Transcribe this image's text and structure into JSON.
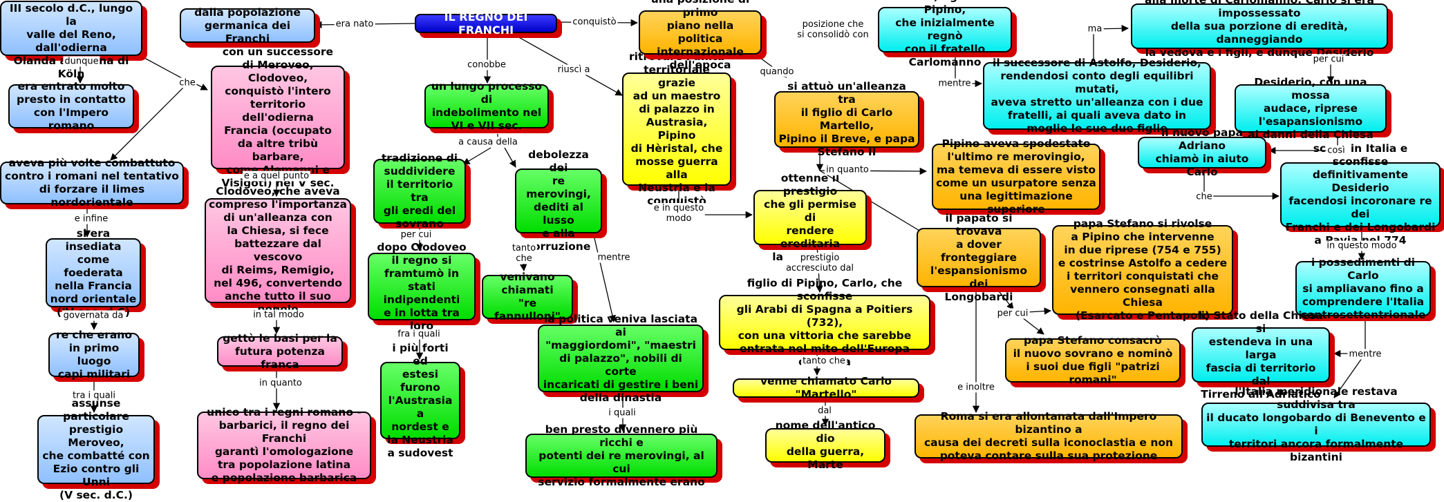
{
  "root": {
    "text": "IL REGNO DEI FRANCHI"
  },
  "nodes": {
    "germanica": "dalla popolazione\ngermanica dei Franchi",
    "stanziata": "era stanziata, intorno al\nIII secolo d.C., lungo la\nvalle del Reno, dall'odierna\nOlanda alla zona di Köln",
    "contatto": "era entrato molto\npresto in contatto\ncon l'Impero romano",
    "combattuto": "aveva più volte combattuto\ncontro i romani nel tentativo\ndi forzare il limes nordorientale",
    "insediata": "si era insediata\ncome foederata\nnella Francia\nnord orientale\n(IV sec. d.C)",
    "capi": "re che erano\nin primo luogo\ncapi militari",
    "meroveo": "assunse particolare\nprestigio Meroveo,\nche combatté con\nEzio contro gli Unni\n(V sec. d.C.)",
    "successore": "con un successore\ndi Meroveo, Clodoveo,\nconquistò l'intero\nterritorio dell'odierna\nFrancia (occupato\nda altre tribù barbare,\ncome Alemanni e\nVisigoti) nel V sec.",
    "clodoveo": "Clodoveo, che aveva\ncompreso l'importanza\ndi un'alleanza con\nla Chiesa, si fece\nbattezzare dal vescovo\ndi Reims, Remigio,\nnel 496, convertendo\nanche tutto il suo popolo",
    "basi": "gettò le basi per la\nfutura potenza franca",
    "unico": "unico tra i regni romano -\nbarbarici, il regno dei Franchi\ngarantì l'omologazione\ntra popolazione latina\ne popolazione barbarica",
    "indebolimento": "un lungo processo di\nindebolimento nel\nVI e VII sec.",
    "tradizione": "tradizione di\nsuddividere\nil territorio tra\ngli eredi del\nsovrano",
    "debolezza": "debolezza dei\nre merovingi,\ndediti al lusso\ne alla\ncorruzione",
    "frantumo": "dopo Clodoveo\nil regno si\nframtumò in\nstati indipendenti\ne in lotta tra loro",
    "fannulloni": "venivano\nchiamati\n\"re fannulloni\"",
    "forti": "i più forti ed\nestesi furono\nl'Austrasia a\nnordest e\nla Neustria\na sudovest",
    "maggiordomi": "la politica veniva lasciata ai\n\"maggiordomi\", \"maestri\ndi palazzo\", nobili di corte\nincaricati di gestire i beni\ndella dinastia",
    "ricchi": "ben presto divennero più ricchi e\npotenti dei re merovingi, al cui\nservizio formalmente erano",
    "unita": "ritrovare l'unità\nterritoriale grazie\nad un maestro\ndi palazzo in\nAustrasia, Pipino\ndi Hèristal, che\nmosse guerra alla\nNeustria e la\nconquistò",
    "primo_piano": "una posizione di primo\npiano nella politica\ninternazionale dell'epoca",
    "alleanza": "si attuò un'alleanza tra\nil figlio di Carlo Martello,\nPipino il Breve, e papa\nStefano II",
    "spodestato": "Pipino aveva spodestato\nl'ultimo re merovingio,\nma temeva di essere visto\ncome un usurpatore senza\nuna legittimazione superiore",
    "prestigio": "ottenne il prestigio\nche gli permise di\nrendere ereditaria\nla sua carica",
    "poitiers": "figlio di Pipino, Carlo, che sconfisse\ngli Arabi di Spagna a Poitiers (732),\ncon una vittoria che sarebbe\nentrata nel mito dell'Europa cristiana",
    "martello": "venne chiamato Carlo \"Martello\"",
    "dio": "nome dell'antico dio\ndella guerra, Marte",
    "papato": "il papato si trovava\na dover fronteggiare\nl'espansionismo dei\nLongobardi",
    "stefano": "papa Stefano si rivolse\na Pipino che intervenne\nin due riprese (754 e 755)\ne costrinse Astolfo a cedere\ni territori conquistati che\nvennero consegnati alla Chiesa\n(Esarcato e Pentapoli)",
    "consacro": "papa Stefano consacrò\nil nuovo sovrano e nominò\ni suoi due figli \"patrizi romani\"",
    "roma": "Roma si era allontanata dall'Impero bizantino a\ncausa dei decreti sulla iconoclastia e non\npoteva contare sulla sua protezione",
    "carlo": "Carlo, figlio di Pipino,\nche inizialmente regnò\ncon il fratello Carlomanno",
    "morte": "alla morte di Carlomanno, Carlo si era impossessato\ndella sua porzione di eredità, danneggiando\nla vedova e i figli, e dunque Desiderio",
    "desiderio_succ": "il successore di Astolfo, Desiderio,\nrendendosi conto degli equilibri mutati,\naveva stretto un'alleanza con i due\nfratelli, ai quali aveva dato in\nmoglie le sue due figlie",
    "desiderio_mossa": "Desiderio, con una mossa\naudace, riprese l'esapansionismo\nai danni della Chiesa",
    "adriano": "il nuovo papa Adriano\nchiamò in aiuto Carlo",
    "pavia": "scese in Italia e sconfisse\ndefinitivamente Desiderio\nfacendosi incoronare re dei\nFranchi e dei Longobardi\na Pavia nel 774",
    "possedimenti": "i possedimenti di Carlo\nsi ampliavano fino a\ncomprendere l'Italia\ncentrosettentrionale",
    "stato_chiesa": "lo Stato della Chiesa si\nestendeva in una larga\nfascia di territorio dal\nTirreno all'Adriatico",
    "meridionale": "l'Italia meridionale restava suddivisa tra\nil ducato longobardo di Benevento e i\nterritori ancora formalmente bizantini"
  },
  "labels": {
    "era_nato": "era nato",
    "conquisto": "conquistò",
    "conobbe": "conobbe",
    "riusci_a": "riuscì a",
    "dunque": "dunque",
    "che1": "che",
    "e_a_quel_punto": "e a quel punto",
    "e_infine": "e infine",
    "governata_da": "governata da",
    "tra_i_quali": "tra i quali",
    "in_tal_modo": "in tal modo",
    "in_quanto1": "in quanto",
    "a_causa_della": "a causa della",
    "per_cui1": "per cui",
    "fra_i_quali": "fra i quali",
    "tanto_che1": "tanto\nche",
    "mentre1": "mentre",
    "i_quali": "i quali",
    "e_in_questo_modo1": "e in questo\nmodo",
    "posizione": "posizione che\nsi consolidò con",
    "quando": "quando",
    "in_quanto2": "in quanto",
    "prestigio_accr": "prestigio\naccresciuto dal",
    "tanto_che2": "tanto che",
    "dal": "dal",
    "per_cui2": "per cui",
    "e_inoltre": "e inoltre",
    "ma": "ma",
    "mentre2": "mentre",
    "per_cui3": "per cui",
    "cosi": "così",
    "che2": "che",
    "in_questo_modo2": "in questo modo",
    "mentre3": "mentre"
  }
}
